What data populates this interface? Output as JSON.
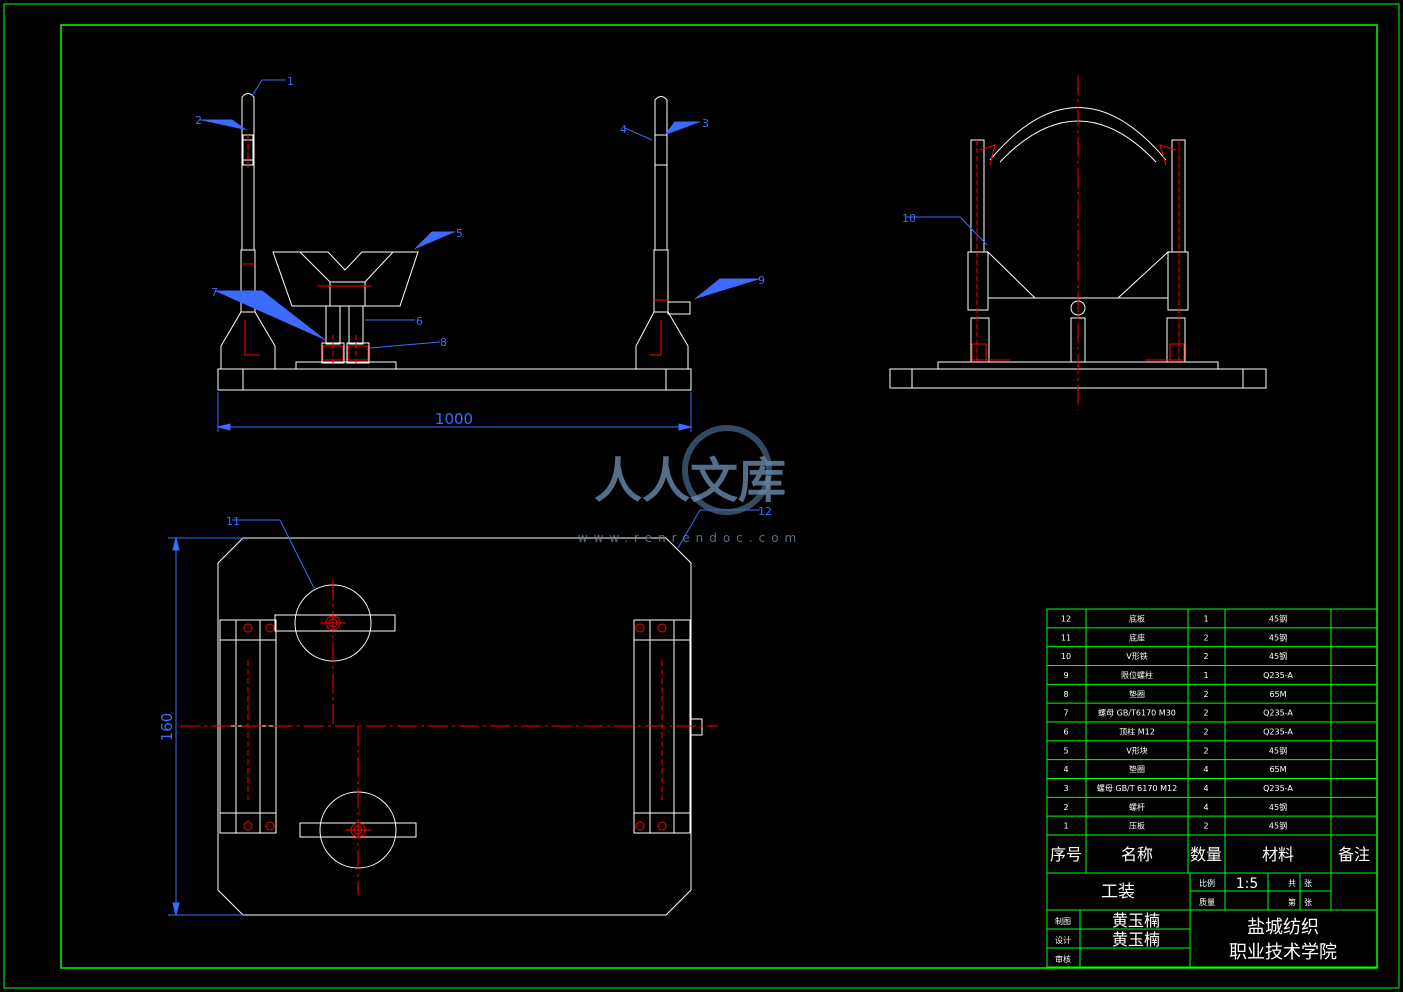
{
  "drawing": {
    "balloons": [
      "1",
      "2",
      "3",
      "4",
      "5",
      "6",
      "7",
      "8",
      "9",
      "10",
      "11",
      "12"
    ],
    "dimensions": {
      "front_width": "1000",
      "plan_height": "160"
    }
  },
  "watermark": {
    "text": "人人文库",
    "url": "www.renrendoc.com"
  },
  "bom": {
    "headers": {
      "seq": "序号",
      "name": "名称",
      "qty": "数量",
      "material": "材料",
      "remark": "备注"
    },
    "rows": [
      {
        "seq": "12",
        "name": "底板",
        "qty": "1",
        "material": "45钢"
      },
      {
        "seq": "11",
        "name": "底座",
        "qty": "2",
        "material": "45钢"
      },
      {
        "seq": "10",
        "name": "V形铁",
        "qty": "2",
        "material": "45钢"
      },
      {
        "seq": "9",
        "name": "限位螺柱",
        "qty": "1",
        "material": "Q235-A"
      },
      {
        "seq": "8",
        "name": "垫圈",
        "qty": "2",
        "material": "65M"
      },
      {
        "seq": "7",
        "name": "螺母 GB/T6170 M30",
        "qty": "2",
        "material": "Q235-A"
      },
      {
        "seq": "6",
        "name": "顶柱 M12",
        "qty": "2",
        "material": "Q235-A"
      },
      {
        "seq": "5",
        "name": "V形块",
        "qty": "2",
        "material": "45钢"
      },
      {
        "seq": "4",
        "name": "垫圈",
        "qty": "4",
        "material": "65M"
      },
      {
        "seq": "3",
        "name": "螺母 GB/T 6170 M12",
        "qty": "4",
        "material": "Q235-A"
      },
      {
        "seq": "2",
        "name": "螺杆",
        "qty": "4",
        "material": "45钢"
      },
      {
        "seq": "1",
        "name": "压板",
        "qty": "2",
        "material": "45钢"
      }
    ]
  },
  "title_block": {
    "part_name": "工装",
    "scale_label": "比例",
    "scale_value": "1:5",
    "mass_label": "质量",
    "total_label": "共　张",
    "sheet_label": "第　张",
    "drawn_label": "制图",
    "design_label": "设计",
    "review_label": "审核",
    "drawn_by": "黄玉楠",
    "designed_by": "黄玉楠",
    "school_line1": "盐城纺织",
    "school_line2": "职业技术学院"
  },
  "colors": {
    "border": "#00ff00",
    "line": "#ffffff",
    "center": "#ff0000",
    "leader": "#0000ff",
    "dim": "#3b6cff"
  }
}
